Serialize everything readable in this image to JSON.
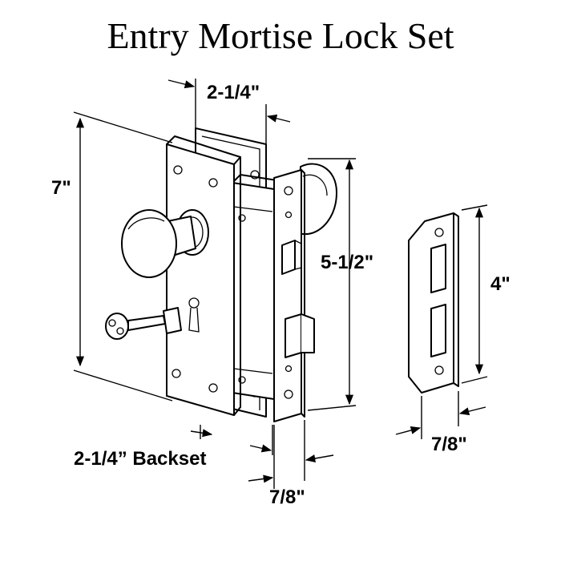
{
  "title": "Entry Mortise Lock Set",
  "dimensions": {
    "plate_height": "7\"",
    "plate_width": "2-1/4\"",
    "backset": "2-1/4” Backset",
    "faceplate_height": "5-1/2\"",
    "faceplate_width": "7/8\"",
    "strike_height": "4\"",
    "strike_width": "7/8\""
  },
  "components": {
    "escutcheon_plate": "escutcheon-plate",
    "knob": "knob",
    "skeleton_key": "skeleton-key",
    "mortise_body": "mortise-lock-body",
    "faceplate": "faceplate",
    "strike_plate": "strike-plate"
  }
}
